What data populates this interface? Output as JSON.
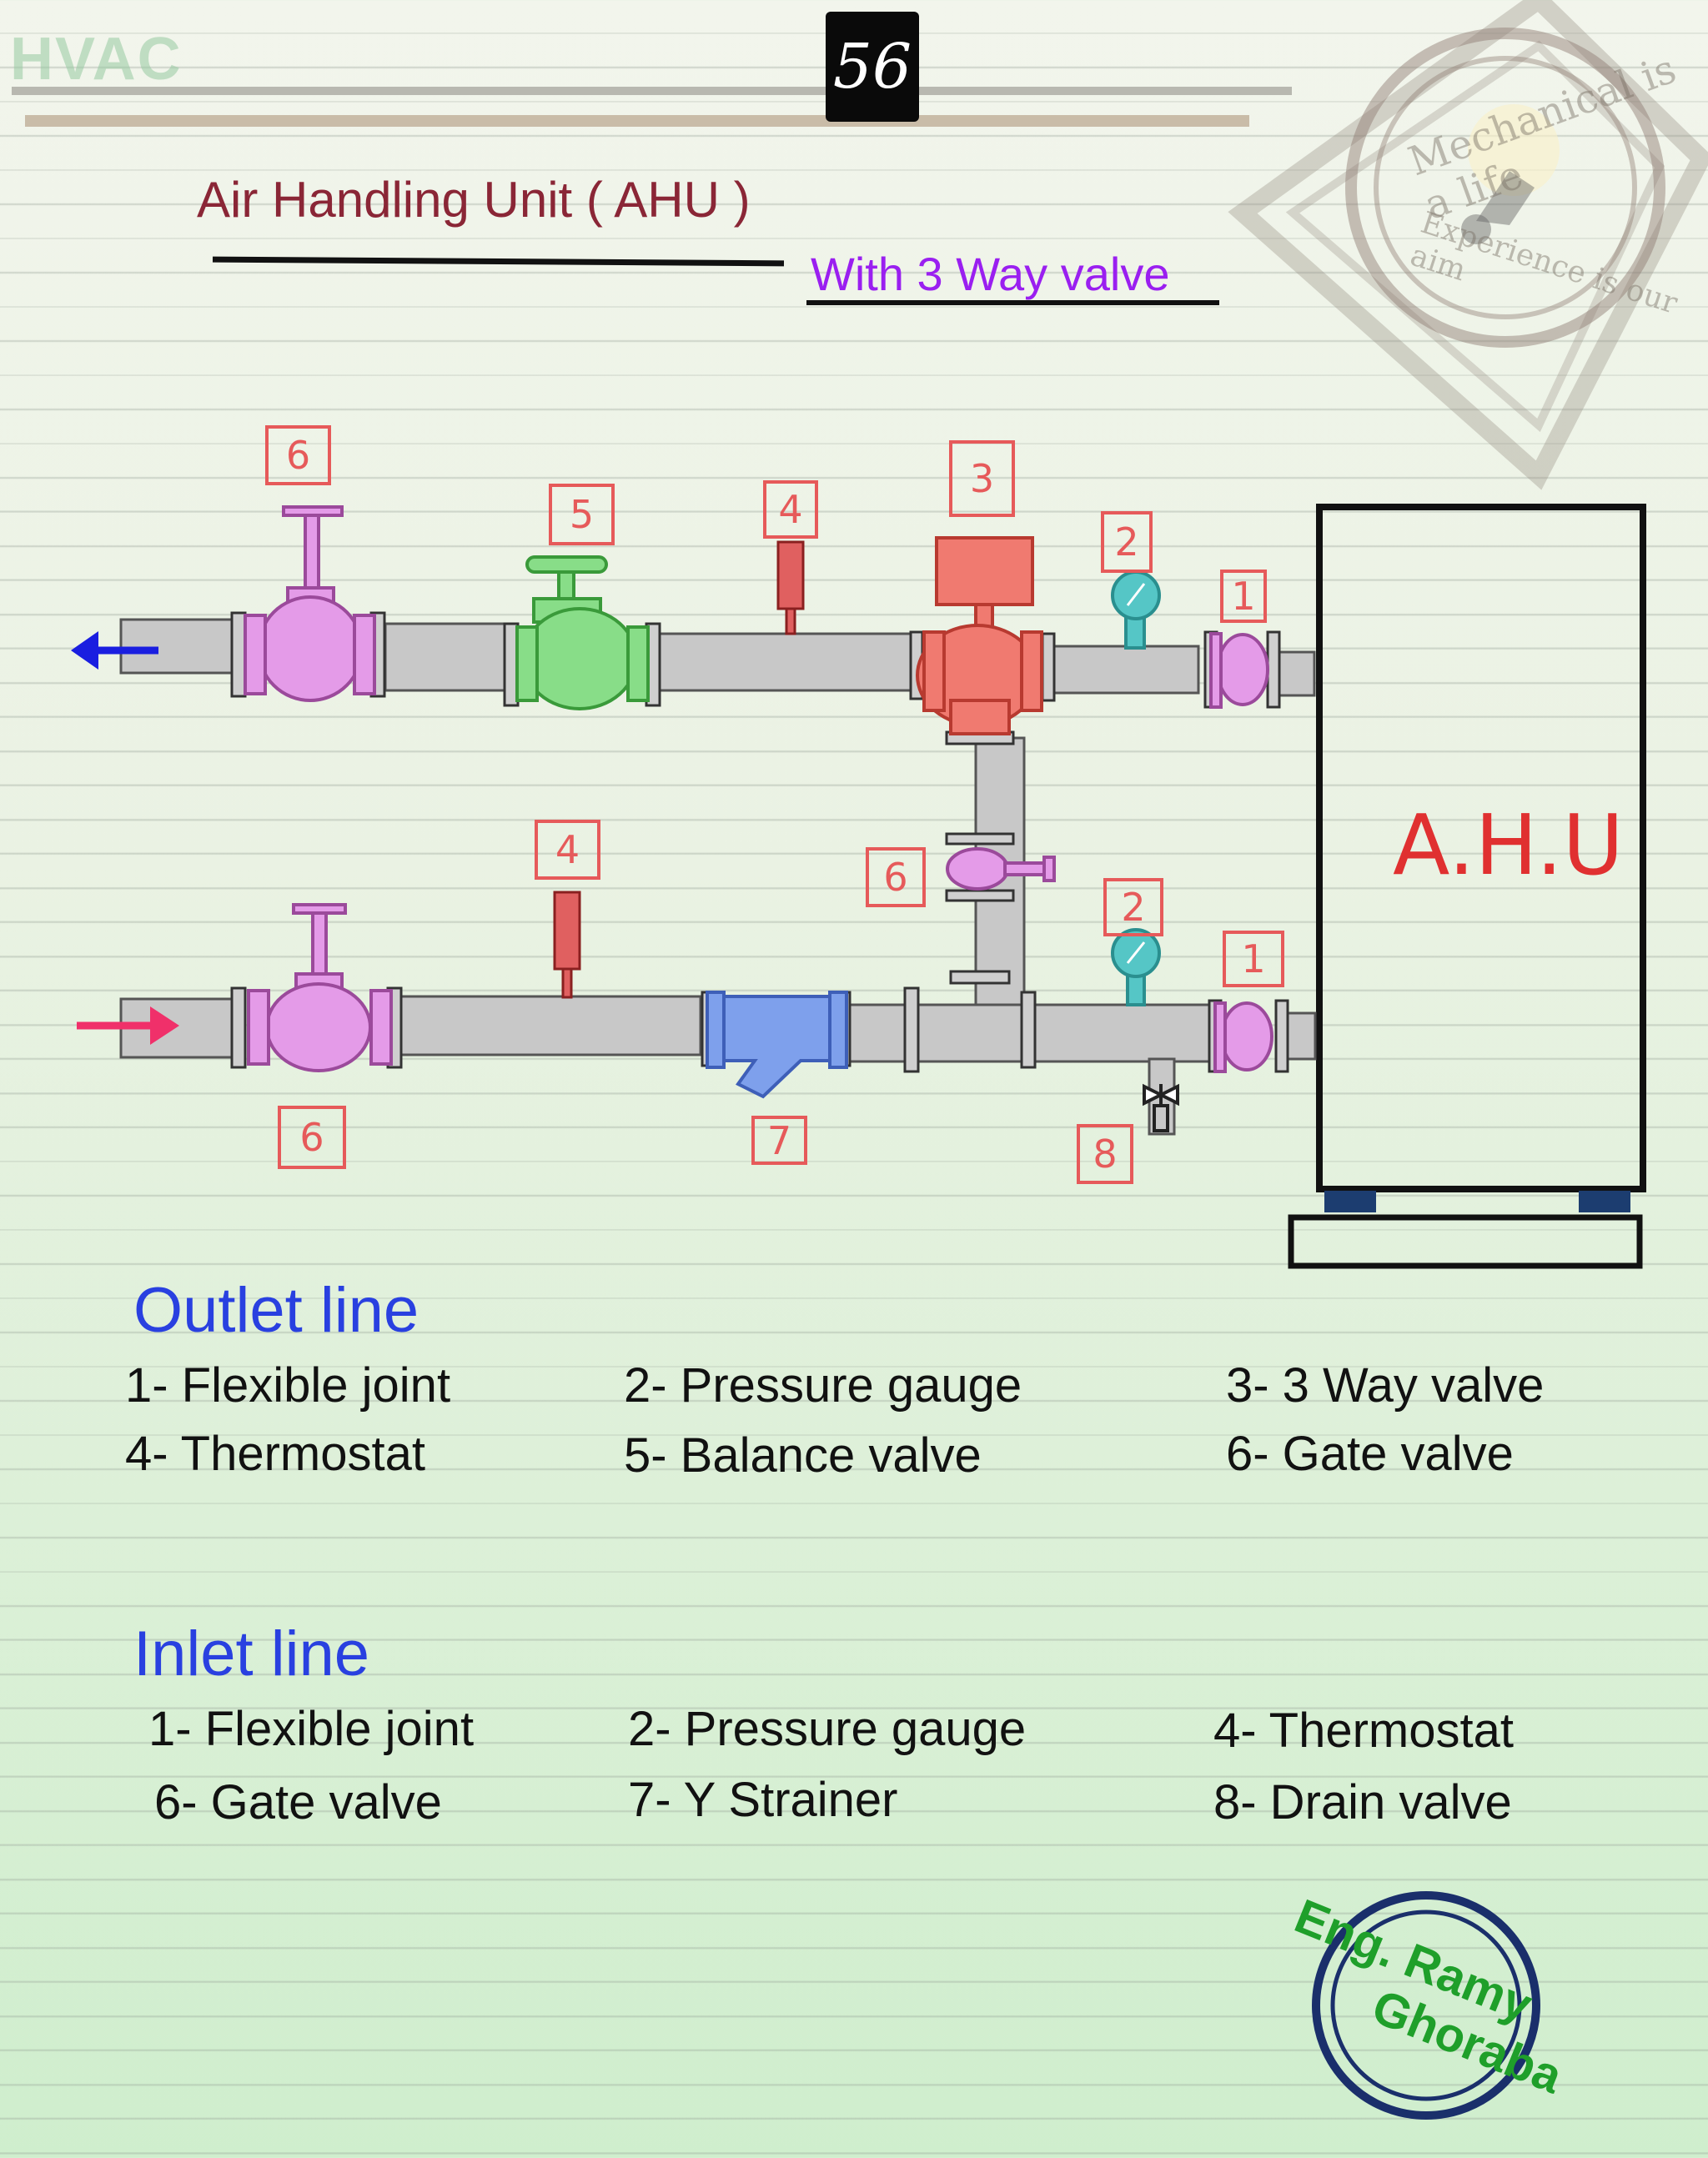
{
  "header": {
    "section_label": "HVAC",
    "page_number": "56"
  },
  "title": "Air Handling Unit ( AHU )",
  "subtitle": "With 3 Way valve",
  "watermark": {
    "top_text": "Mechanical is a life",
    "bottom_text": "Experience is our aim"
  },
  "diagram": {
    "ahu_label": "A.H.U",
    "callouts": [
      {
        "id": "outlet-6",
        "text": "6"
      },
      {
        "id": "outlet-5",
        "text": "5"
      },
      {
        "id": "outlet-4",
        "text": "4"
      },
      {
        "id": "outlet-3",
        "text": "3"
      },
      {
        "id": "outlet-2",
        "text": "2"
      },
      {
        "id": "outlet-1",
        "text": "1"
      },
      {
        "id": "bypass-6",
        "text": "6"
      },
      {
        "id": "inlet-4",
        "text": "4"
      },
      {
        "id": "inlet-2",
        "text": "2"
      },
      {
        "id": "inlet-1",
        "text": "1"
      },
      {
        "id": "inlet-6",
        "text": "6"
      },
      {
        "id": "inlet-7",
        "text": "7"
      },
      {
        "id": "inlet-8",
        "text": "8"
      }
    ],
    "colors": {
      "pipe": "#c8c8c8",
      "gate_valve": "#e49be8",
      "balance_valve": "#88dd88",
      "three_way_valve": "#f07a70",
      "gauge": "#55c6c6",
      "strainer": "#7ea0ec",
      "thermostat": "#e06060",
      "outlet_arrow": "#1a1ee0",
      "inlet_arrow": "#f0306a"
    }
  },
  "outlet_line": {
    "heading": "Outlet line",
    "items": [
      "1- Flexible joint",
      "2- Pressure gauge",
      "3- 3 Way valve",
      "4- Thermostat",
      "5- Balance valve",
      "6- Gate valve"
    ]
  },
  "inlet_line": {
    "heading": "Inlet line",
    "items": [
      "1- Flexible joint",
      "2- Pressure gauge",
      "4- Thermostat",
      "6- Gate valve",
      "7- Y  Strainer",
      "8- Drain valve"
    ]
  },
  "logo": {
    "line1": "Eng. Ramy",
    "line2": "Ghoraba"
  }
}
